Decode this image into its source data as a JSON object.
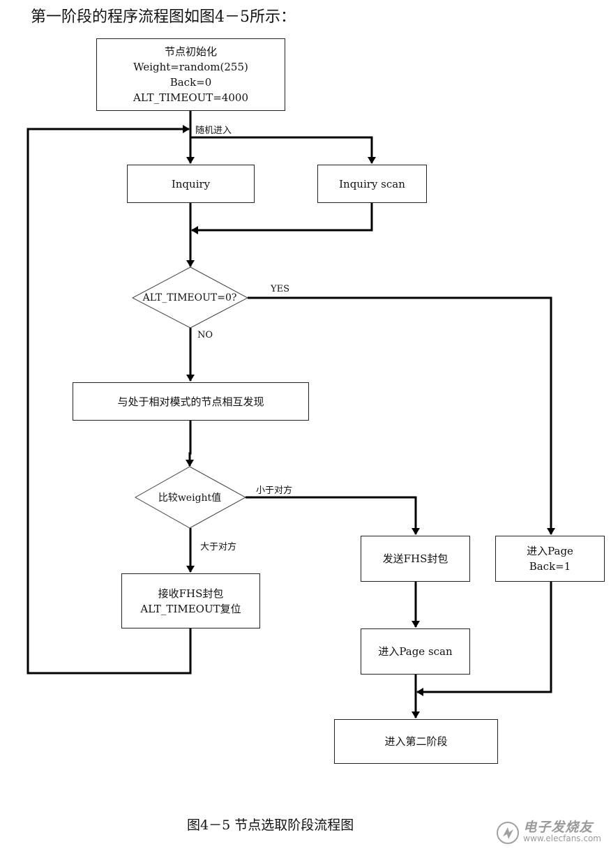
{
  "heading": "第一阶段的程序流程图如图4－5所示：",
  "nodes": {
    "init": [
      "节点初始化",
      "Weight=random(255)",
      "Back=0",
      "ALT_TIMEOUT=4000"
    ],
    "inquiry": "Inquiry",
    "inquiry_scan": "Inquiry scan",
    "timeout_check": "ALT_TIMEOUT=0?",
    "discover": "与处于相对模式的节点相互发现",
    "compare": "比较weight值",
    "receive_fhs": [
      "接收FHS封包",
      "ALT_TIMEOUT复位"
    ],
    "send_fhs": "发送FHS封包",
    "enter_page": [
      "进入Page",
      "Back=1"
    ],
    "enter_page_scan": "进入Page scan",
    "enter_stage2": "进入第二阶段"
  },
  "edge_labels": {
    "random": "随机进入",
    "yes": "YES",
    "no": "NO",
    "smaller": "小于对方",
    "larger": "大于对方"
  },
  "caption": "图4－5 节点选取阶段流程图",
  "watermark": {
    "name": "电子发烧友",
    "url": "www.elecfans.com"
  }
}
